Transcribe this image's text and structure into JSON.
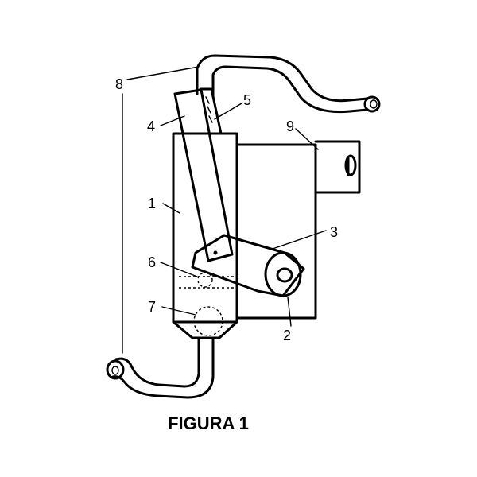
{
  "caption": "FIGURA 1",
  "callouts": {
    "c1": "1",
    "c2": "2",
    "c3": "3",
    "c4": "4",
    "c5": "5",
    "c6": "6",
    "c7": "7",
    "c8": "8",
    "c9": "9"
  },
  "colors": {
    "ink": "#000000",
    "paper": "#ffffff"
  }
}
